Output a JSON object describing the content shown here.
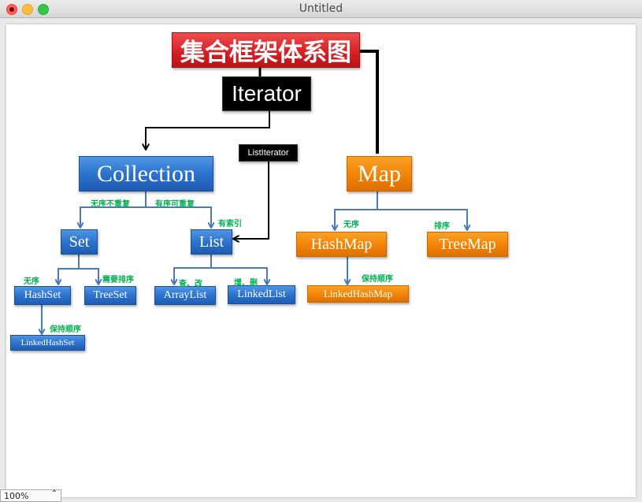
{
  "window": {
    "title": "Untitled",
    "zoom": "100%"
  },
  "diagram": {
    "title": "集合框架体系图",
    "nodes": {
      "iterator": "Iterator",
      "list_iterator": "ListIterator",
      "collection": "Collection",
      "map": "Map",
      "set": "Set",
      "list": "List",
      "hashset": "HashSet",
      "treeset": "TreeSet",
      "arraylist": "ArrayList",
      "linkedlist": "LinkedList",
      "linkedhashset": "LinkedHashSet",
      "hashmap": "HashMap",
      "treemap": "TreeMap",
      "linkedhashmap": "LinkedHashMap"
    },
    "labels": {
      "unordered_no_dup": "无序不重复",
      "ordered_dup": "有序可重复",
      "indexed": "有索引",
      "unordered_set": "无序",
      "needs_sort": "需要排序",
      "query_modify": "查、改",
      "add_delete": "增、删",
      "keep_order_set": "保持顺序",
      "unordered_map": "无序",
      "sorted_map": "排序",
      "keep_order_map": "保持顺序"
    },
    "colors": {
      "title_box": "#d21f24",
      "interface_blue": "#2a70cc",
      "map_orange": "#f28305",
      "iterator_black": "#000000",
      "annotation_green": "#00b050",
      "arrow_blue": "#4a78c2",
      "arrow_black": "#000000"
    }
  }
}
